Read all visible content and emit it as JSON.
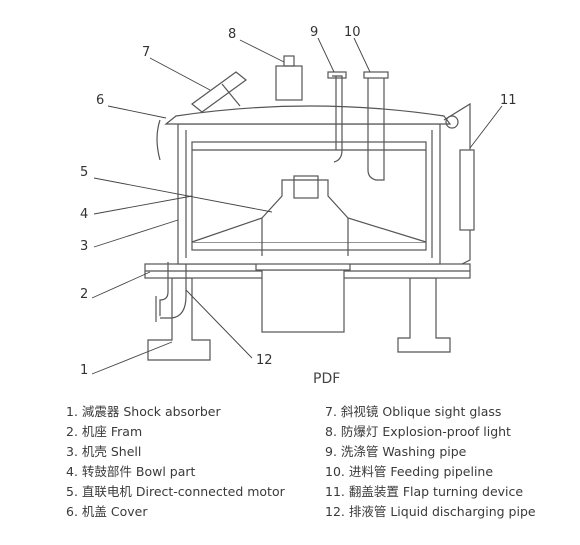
{
  "diagram": {
    "caption": "PDF",
    "callouts": [
      "1",
      "2",
      "3",
      "4",
      "5",
      "6",
      "7",
      "8",
      "9",
      "10",
      "11",
      "12"
    ]
  },
  "legend": {
    "left": [
      "1. 減震器 Shock absorber",
      "2. 机座 Fram",
      "3. 机壳 Shell",
      "4. 转鼓部件 Bowl part",
      "5. 直联电机 Direct-connected motor",
      "6. 机盖 Cover"
    ],
    "right": [
      "7. 斜视镜 Oblique sight glass",
      "8. 防爆灯 Explosion-proof light",
      "9. 洗涤管 Washing pipe",
      "10. 进料管 Feeding pipeline",
      "11. 翻盖装置 Flap turning device",
      "12. 排液管 Liquid discharging pipe"
    ]
  }
}
